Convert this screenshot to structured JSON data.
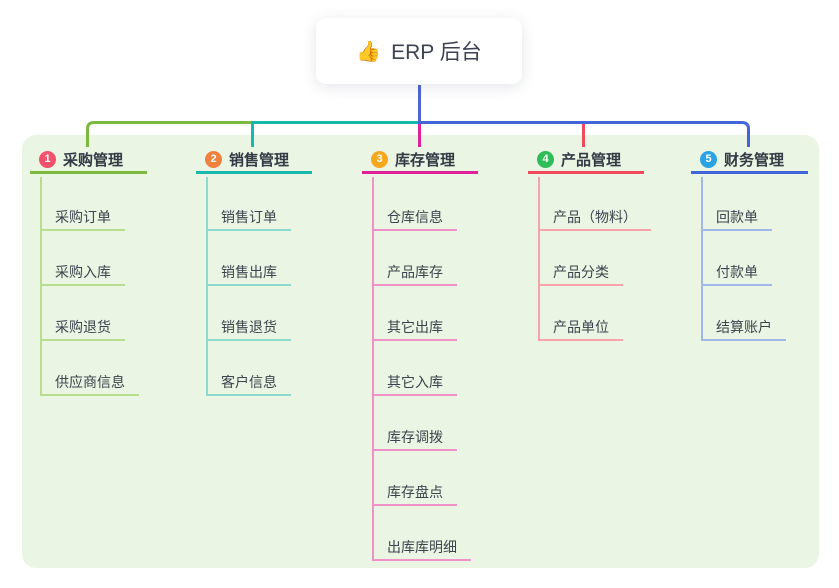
{
  "root": {
    "icon": "👍",
    "label": "ERP 后台"
  },
  "canvas": {
    "background": "#ffffff",
    "panel_background": "#eaf6e3",
    "root_line_color": "#5064d2"
  },
  "branches": [
    {
      "number": "1",
      "label": "采购管理",
      "badge_color": "#f4516c",
      "line_color": "#7cb93f",
      "child_line_color": "#b7dd8f",
      "children": [
        "采购订单",
        "采购入库",
        "采购退货",
        "供应商信息"
      ]
    },
    {
      "number": "2",
      "label": "销售管理",
      "badge_color": "#f2813f",
      "line_color": "#17b9ab",
      "child_line_color": "#8cd9d0",
      "children": [
        "销售订单",
        "销售出库",
        "销售退货",
        "客户信息"
      ]
    },
    {
      "number": "3",
      "label": "库存管理",
      "badge_color": "#f7a71c",
      "line_color": "#e0219b",
      "child_line_color": "#f191c9",
      "children": [
        "仓库信息",
        "产品库存",
        "其它出库",
        "其它入库",
        "库存调拨",
        "库存盘点",
        "出库库明细"
      ]
    },
    {
      "number": "4",
      "label": "产品管理",
      "badge_color": "#2ebd59",
      "line_color": "#ef4b5c",
      "child_line_color": "#f8a3ab",
      "children": [
        "产品（物料）",
        "产品分类",
        "产品单位"
      ]
    },
    {
      "number": "5",
      "label": "财务管理",
      "badge_color": "#29a3e3",
      "line_color": "#4266d9",
      "child_line_color": "#9fb7e9",
      "children": [
        "回款单",
        "付款单",
        "结算账户"
      ]
    }
  ]
}
